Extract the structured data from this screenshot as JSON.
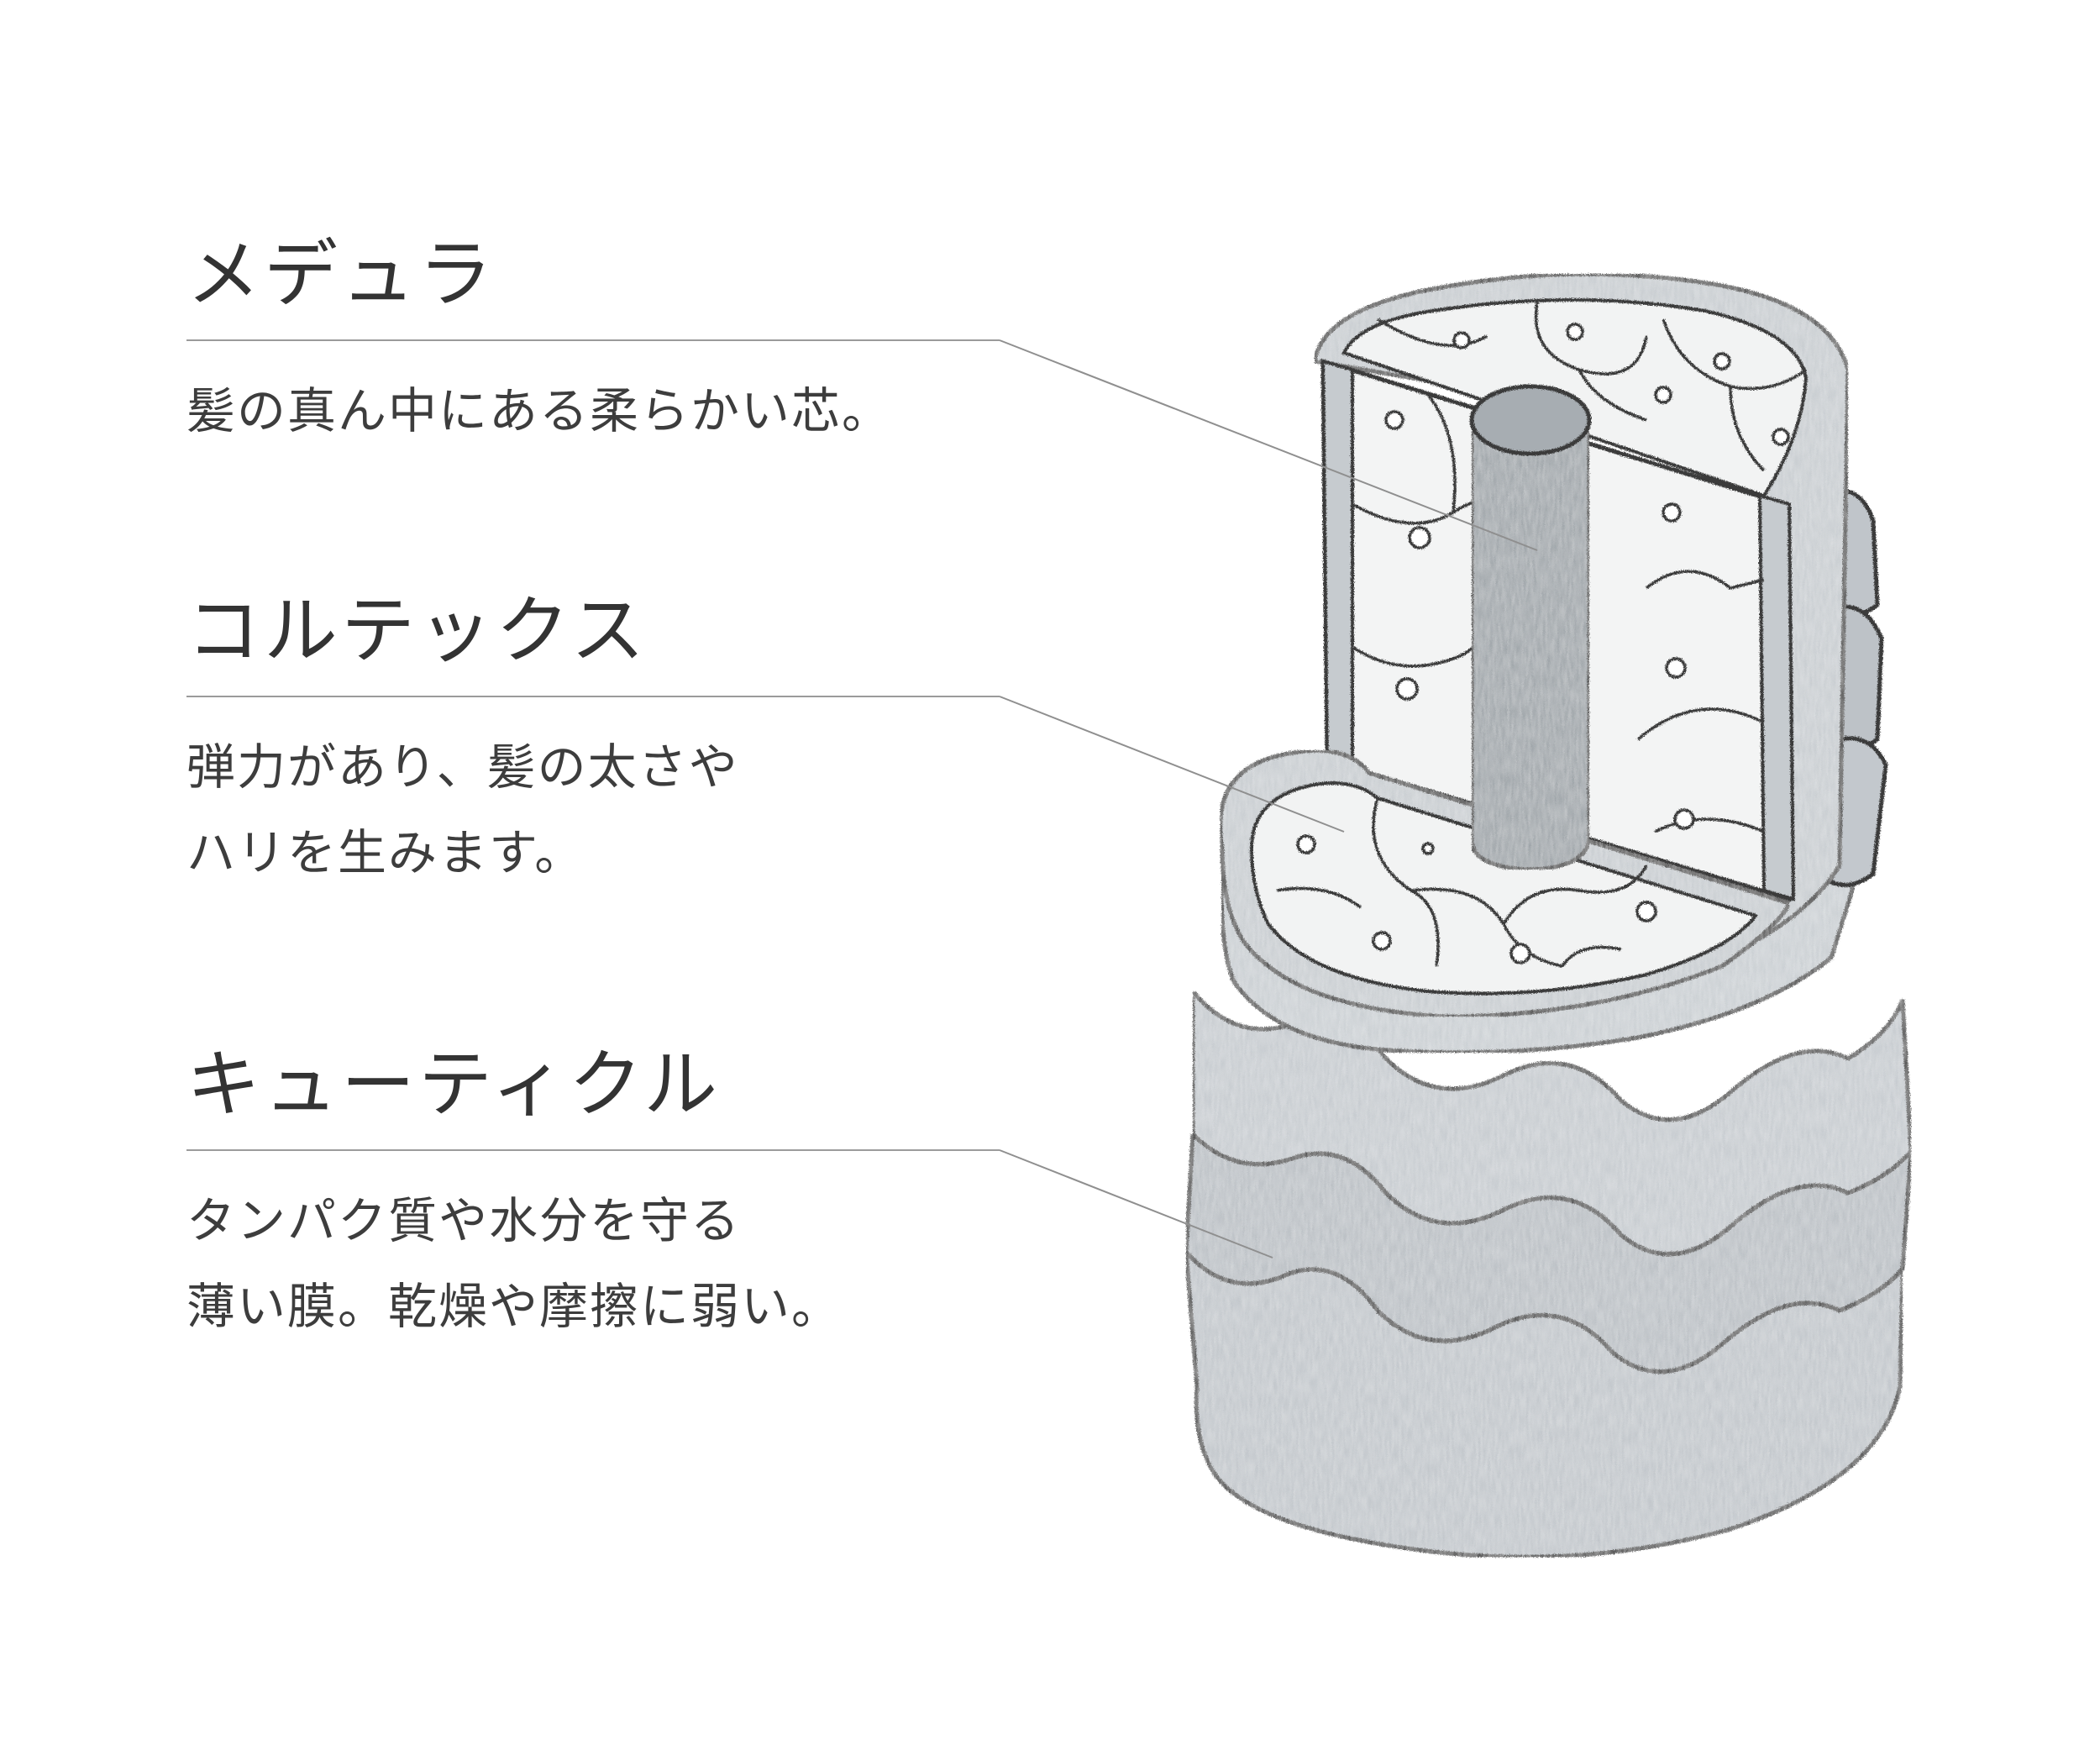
{
  "labels": [
    {
      "term": "メデュラ",
      "lines": [
        "髪の真ん中にある柔らかい芯。"
      ]
    },
    {
      "term": "コルテックス",
      "lines": [
        "弾力があり、髪の太さや",
        "ハリを生みます。"
      ]
    },
    {
      "term": "キューティクル",
      "lines": [
        "タンパク質や水分を守る",
        "薄い膜。乾燥や摩擦に弱い。"
      ]
    }
  ],
  "colors": {
    "text": "#3a3a3a",
    "rule": "#9b9b9b",
    "cuticle": "#c2c7cc",
    "cuticle_dark": "#aeb3b8",
    "cortex_cells": "#f3f4f4",
    "medulla": "#9aa0a5",
    "outline": "#3b3b3b"
  }
}
